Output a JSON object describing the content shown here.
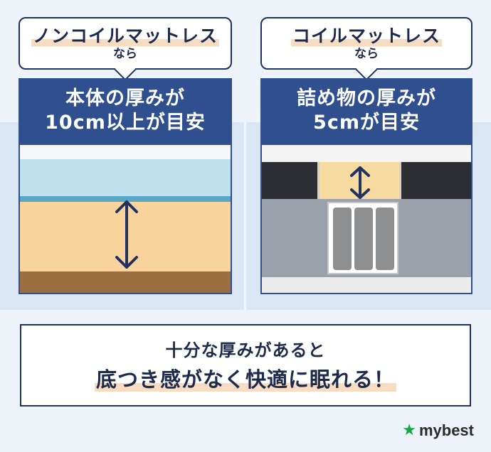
{
  "left": {
    "bubble_title": "ノンコイルマットレス",
    "bubble_sub": "なら",
    "headline_line1": "本体の厚みが",
    "headline_line2": "10cm以上が目安"
  },
  "right": {
    "bubble_title": "コイルマットレス",
    "bubble_sub": "なら",
    "headline_line1": "詰め物の厚みが",
    "headline_line2": "5cmが目安"
  },
  "message": {
    "line1": "十分な厚みがあると",
    "line2": "底つき感がなく快適に眠れる！"
  },
  "logo": {
    "icon": "star-icon",
    "text": "mybest",
    "color": "#1aa34a"
  },
  "colors": {
    "navy": "#1f3261",
    "headline_bg": "#2f4f8f",
    "highlight": "#f7dcc2",
    "band": "#dbe6f5"
  }
}
